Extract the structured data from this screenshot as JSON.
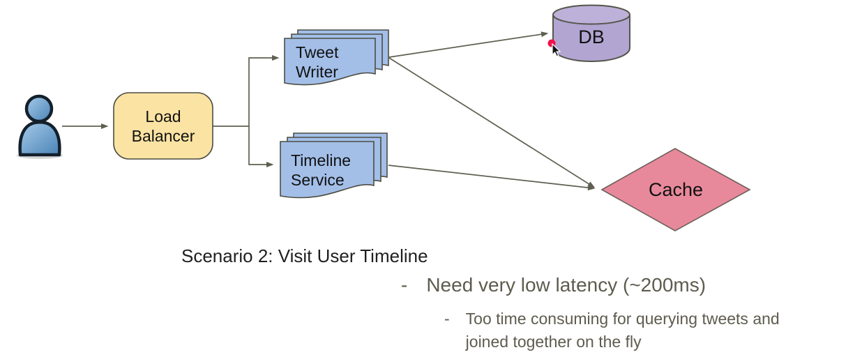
{
  "diagram": {
    "nodes": {
      "load_balancer": {
        "line1": "Load",
        "line2": "Balancer"
      },
      "tweet_writer": {
        "line1": "Tweet",
        "line2": "Writer"
      },
      "timeline_service": {
        "line1": "Timeline",
        "line2": "Service"
      },
      "db": {
        "label": "DB"
      },
      "cache": {
        "label": "Cache"
      }
    },
    "colors": {
      "load_balancer_fill": "#fbe3a3",
      "service_fill": "#a3bfe8",
      "db_fill": "#b2a5d2",
      "db_top_fill": "#bdb1da",
      "cache_fill": "#e8899b",
      "connector": "#5f5f51",
      "node_stroke": "#4c4c42",
      "laser_dot": "#f41048"
    }
  },
  "captions": {
    "scenario": "Scenario 2: Visit User Timeline",
    "bullets": [
      {
        "marker": "-",
        "text": "Need very low latency (~200ms)"
      },
      {
        "marker": "-",
        "text": "Too time consuming for querying tweets and joined together on the fly"
      }
    ]
  }
}
